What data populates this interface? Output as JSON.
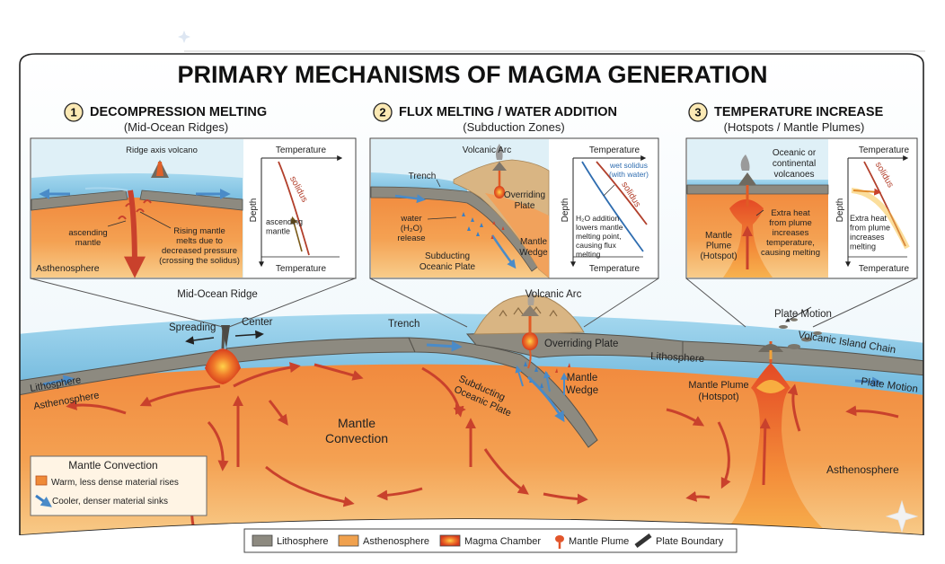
{
  "title": "PRIMARY MECHANISMS OF MAGMA GENERATION",
  "panels": [
    {
      "number": "1",
      "heading": "DECOMPRESSION MELTING",
      "subheading": "(Mid-Ocean Ridges)",
      "labels": {
        "volcano": "Ridge axis volcano",
        "ascending": [
          "ascending",
          "mantle"
        ],
        "melts": [
          "Rising mantle",
          "melts due to",
          "decreased pressure",
          "(crossing the solidus)"
        ],
        "asthenosphere": "Asthenosphere"
      },
      "graph": {
        "x_label": "Temperature",
        "y_label": "Depth",
        "bottom_label": "Temperature",
        "solidus": "solidus",
        "path_note": [
          "ascending",
          "mantle"
        ]
      }
    },
    {
      "number": "2",
      "heading": "FLUX MELTING / WATER ADDITION",
      "subheading": "(Subduction Zones)",
      "labels": {
        "arc": "Volcanic Arc",
        "trench": "Trench",
        "overriding": [
          "Overriding",
          "Plate"
        ],
        "water": [
          "water",
          "(H₂O)",
          "release"
        ],
        "wedge": [
          "Mantle",
          "Wedge"
        ],
        "subducting": [
          "Subducting",
          "Oceanic Plate"
        ]
      },
      "graph": {
        "x_label": "Temperature",
        "y_label": "Depth",
        "bottom_label": "Temperature",
        "wet_solidus": [
          "wet solidus",
          "(with water)"
        ],
        "solidus": "solidus",
        "note": [
          "H₂O addition",
          "lowers mantle",
          "melting point,",
          "causing flux",
          "melting"
        ]
      }
    },
    {
      "number": "3",
      "heading": "TEMPERATURE INCREASE",
      "subheading": "(Hotspots / Mantle Plumes)",
      "labels": {
        "volcanoes": [
          "Oceanic or",
          "continental",
          "volcanoes"
        ],
        "plume": [
          "Mantle",
          "Plume",
          "(Hotspot)"
        ],
        "heat": [
          "Extra heat",
          "from plume",
          "increases",
          "temperature,",
          "causing melting"
        ]
      },
      "graph": {
        "x_label": "Temperature",
        "y_label": "Depth",
        "bottom_label": "Temperature",
        "solidus": "solidus",
        "note": [
          "Extra heat",
          "from plume",
          "increases",
          "melting"
        ]
      }
    }
  ],
  "main": {
    "mid_ocean_ridge": "Mid-Ocean Ridge",
    "spreading": "Spreading",
    "center": "Center",
    "lithosphere_left": "Lithosphere",
    "asthenosphere_left": "Asthenosphere",
    "trench": "Trench",
    "volcanic_arc": "Volcanic Arc",
    "overriding_plate": "Overriding Plate",
    "mantle_wedge": [
      "Mantle",
      "Wedge"
    ],
    "subducting": [
      "Subducting",
      "Oceanic Plate"
    ],
    "mantle_convection": [
      "Mantle",
      "Convection"
    ],
    "lithosphere_right": "Lithosphere",
    "plate_motion_top": "Plate Motion",
    "volcanic_island_chain": "Volcanic Island Chain",
    "plate_motion_right": "Plate Motion",
    "mantle_plume": [
      "Mantle Plume",
      "(Hotspot)"
    ],
    "asthenosphere_right": "Asthenosphere"
  },
  "convection_box": {
    "title": "Mantle Convection",
    "warm": "Warm, less dense material rises",
    "cool": "Cooler, denser material sinks"
  },
  "legend": [
    "Lithosphere",
    "Asthenosphere",
    "Magma Chamber",
    "Mantle Plume",
    "Plate Boundary"
  ],
  "colors": {
    "ocean": "#8ccbe8",
    "lithosphere": "#8d8a80",
    "asthenosphere": "#f0a14e",
    "magma": "#e2552b",
    "arrow_red": "#c9412c",
    "arrow_blue": "#4a8bc8",
    "solidus": "#b2402c",
    "wet_solidus": "#2f6db0"
  }
}
